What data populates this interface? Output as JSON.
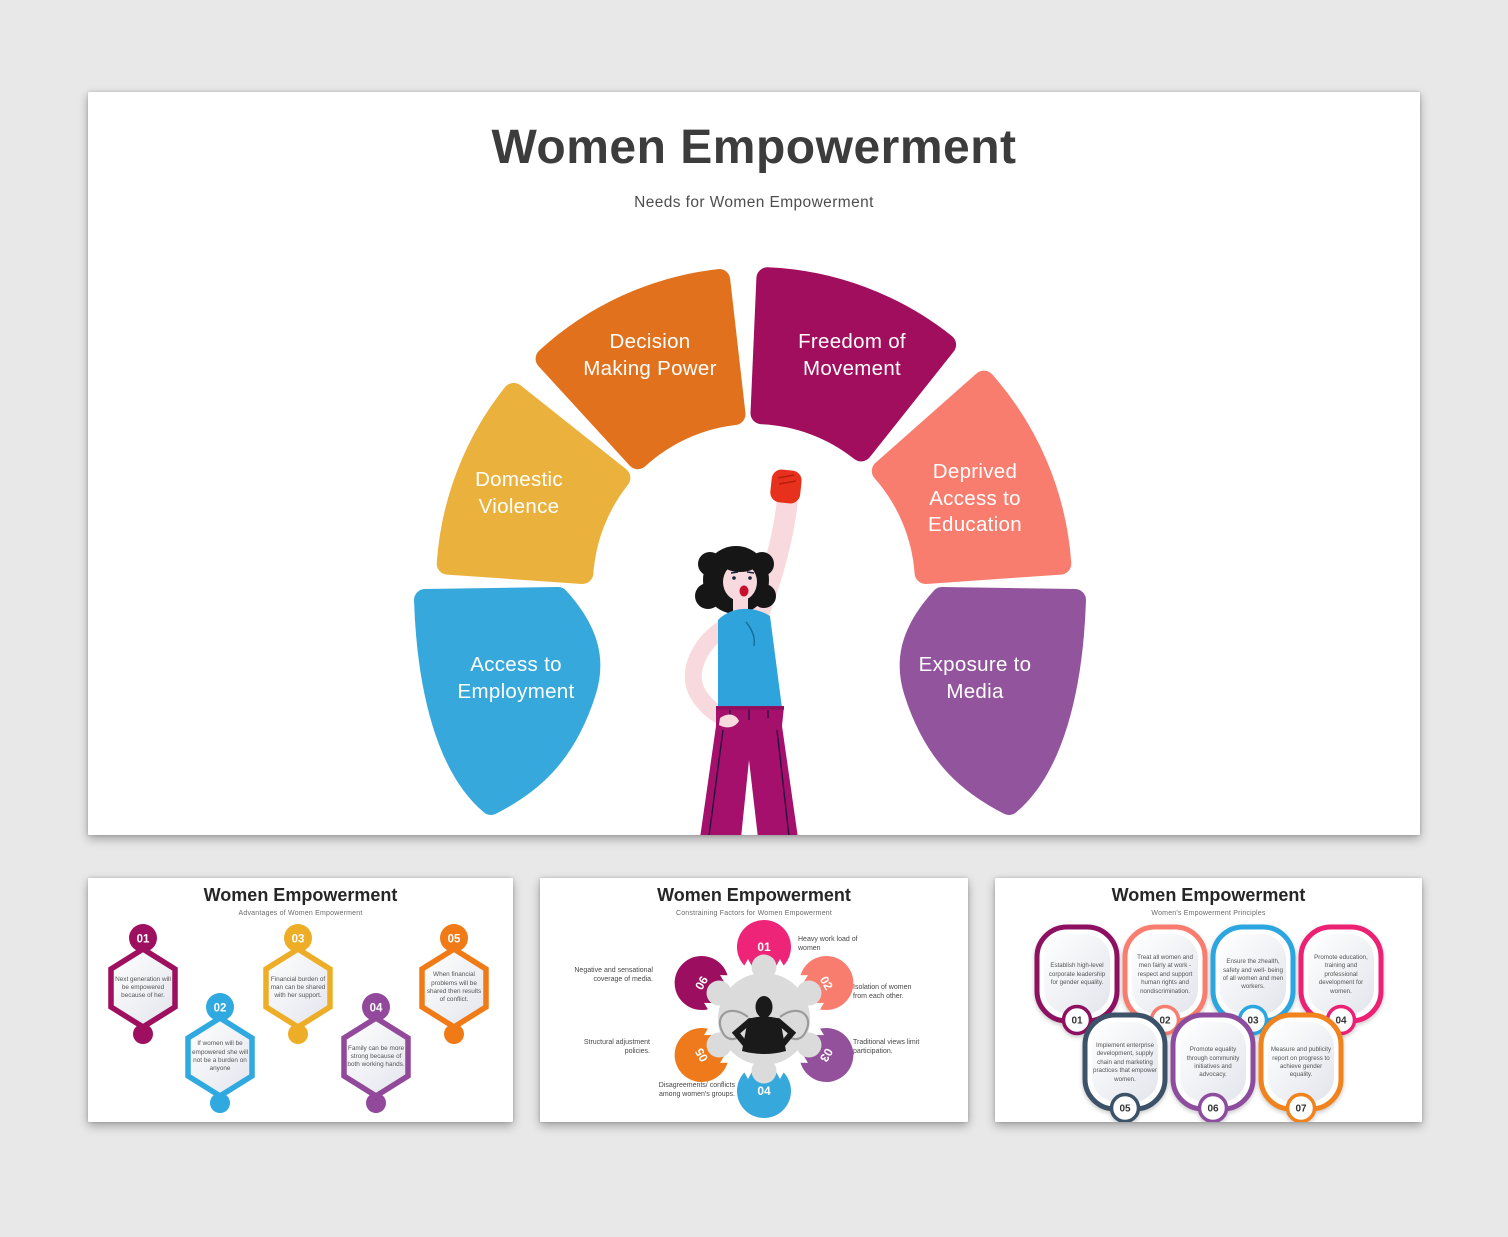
{
  "main_slide": {
    "title": "Women Empowerment",
    "subtitle": "Needs for Women Empowerment",
    "illustration": "woman-with-raised-fist",
    "segments": [
      {
        "label": "Decision Making Power",
        "color": "#E2711D"
      },
      {
        "label": "Freedom of Movement",
        "color": "#A10E5E"
      },
      {
        "label": "Domestic Violence",
        "color": "#EAB23C"
      },
      {
        "label": "Deprived Access to Education",
        "color": "#F97D6E"
      },
      {
        "label": "Access to Employment",
        "color": "#37A8DB"
      },
      {
        "label": "Exposure to Media",
        "color": "#92549C"
      }
    ]
  },
  "slide_advantages": {
    "title": "Women Empowerment",
    "subtitle": "Advantages of Women Empowerment",
    "items": [
      {
        "number": "01",
        "text": "Next generation will be empowered because of her.",
        "color": "#9E0F60"
      },
      {
        "number": "02",
        "text": "If women will be empowered she will not be a burden on anyone",
        "color": "#2FA9DF"
      },
      {
        "number": "03",
        "text": "Financial burden of man can be shared with her support.",
        "color": "#EDAD27"
      },
      {
        "number": "04",
        "text": "Family can be more strong because of both working hands.",
        "color": "#92499C"
      },
      {
        "number": "05",
        "text": "When financial problems will be shared then results of conflict.",
        "color": "#F07A16"
      }
    ]
  },
  "slide_constraints": {
    "title": "Women Empowerment",
    "subtitle": "Constraining Factors for Women Empowerment",
    "center_illustration": "strong-woman-silhouette",
    "items": [
      {
        "number": "01",
        "text": "Heavy work load of women",
        "color": "#ED2477"
      },
      {
        "number": "02",
        "text": "Isolation of women from each other.",
        "color": "#F97D6E"
      },
      {
        "number": "03",
        "text": "Traditional views limit participation.",
        "color": "#93519C"
      },
      {
        "number": "04",
        "text": "Disagreements/ conflicts among women's groups.",
        "color": "#36A8DC"
      },
      {
        "number": "05",
        "text": "Structural adjustment policies.",
        "color": "#EE7A1B"
      },
      {
        "number": "06",
        "text": "Negative and sensational coverage of media.",
        "color": "#9C0E5F"
      }
    ]
  },
  "slide_principles": {
    "title": "Women Empowerment",
    "subtitle": "Women's Empowerment Principles",
    "items": [
      {
        "number": "01",
        "text": "Establish high-level corporate leadership for gender equality.",
        "color": "#8E1060"
      },
      {
        "number": "02",
        "text": "Treat all women and men fairly at work - respect and support human rights and nondiscrimination.",
        "color": "#F97D6E"
      },
      {
        "number": "03",
        "text": "Ensure the zhealth, safety and well- being of all women and men workers.",
        "color": "#2BA6E0"
      },
      {
        "number": "04",
        "text": "Promote education, training and professional development for women.",
        "color": "#EC2174"
      },
      {
        "number": "05",
        "text": "Implement enterprise development, supply chain and marketing practices that empower women.",
        "color": "#3C5268"
      },
      {
        "number": "06",
        "text": "Promote equality through community initiatives and advocacy.",
        "color": "#8E4C9E"
      },
      {
        "number": "07",
        "text": "Measure and publicity report on progress to achieve gender equality.",
        "color": "#F0831D"
      }
    ]
  }
}
